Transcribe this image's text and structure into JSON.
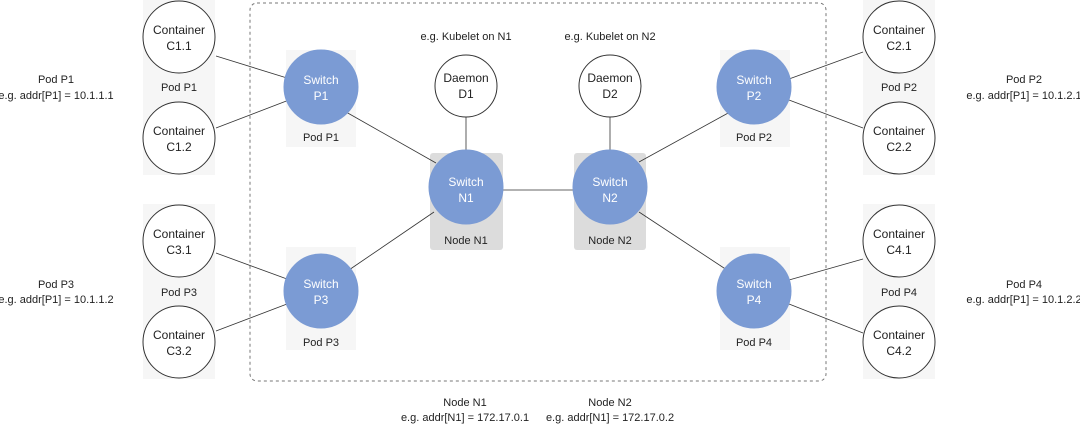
{
  "colors": {
    "switch_fill": "#7b9bd4",
    "pod_bg": "#f6f6f6",
    "node_bg": "#dcdcdc",
    "line": "#333333",
    "frame": "#777777"
  },
  "daemons": [
    {
      "id": "d1",
      "caption": "e.g.  Kubelet on N1",
      "line1": "Daemon",
      "line2": "D1"
    },
    {
      "id": "d2",
      "caption": "e.g.  Kubelet on N2",
      "line1": "Daemon",
      "line2": "D2"
    }
  ],
  "node_switches": [
    {
      "id": "n1",
      "line1": "Switch",
      "line2": "N1",
      "label": "Node N1"
    },
    {
      "id": "n2",
      "line1": "Switch",
      "line2": "N2",
      "label": "Node N2"
    }
  ],
  "pod_switches": [
    {
      "id": "p1",
      "line1": "Switch",
      "line2": "P1",
      "label": "Pod P1"
    },
    {
      "id": "p2",
      "line1": "Switch",
      "line2": "P2",
      "label": "Pod P2"
    },
    {
      "id": "p3",
      "line1": "Switch",
      "line2": "P3",
      "label": "Pod P3"
    },
    {
      "id": "p4",
      "line1": "Switch",
      "line2": "P4",
      "label": "Pod P4"
    }
  ],
  "container_groups": [
    {
      "id": "g1",
      "label": "Pod P1",
      "top": {
        "line1": "Container",
        "line2": "C1.1"
      },
      "bottom": {
        "line1": "Container",
        "line2": "C1.2"
      }
    },
    {
      "id": "g2",
      "label": "Pod P2",
      "top": {
        "line1": "Container",
        "line2": "C2.1"
      },
      "bottom": {
        "line1": "Container",
        "line2": "C2.2"
      }
    },
    {
      "id": "g3",
      "label": "Pod P3",
      "top": {
        "line1": "Container",
        "line2": "C3.1"
      },
      "bottom": {
        "line1": "Container",
        "line2": "C3.2"
      }
    },
    {
      "id": "g4",
      "label": "Pod P4",
      "top": {
        "line1": "Container",
        "line2": "C4.1"
      },
      "bottom": {
        "line1": "Container",
        "line2": "C4.2"
      }
    }
  ],
  "pod_addresses": [
    {
      "id": "a1",
      "line1": "Pod P1",
      "line2": "e.g. addr[P1] = 10.1.1.1"
    },
    {
      "id": "a2",
      "line1": "Pod P2",
      "line2": "e.g. addr[P1] = 10.1.2.1"
    },
    {
      "id": "a3",
      "line1": "Pod P3",
      "line2": "e.g. addr[P1] = 10.1.1.2"
    },
    {
      "id": "a4",
      "line1": "Pod P4",
      "line2": "e.g. addr[P1] = 10.1.2.2"
    }
  ],
  "node_addresses": [
    {
      "id": "na1",
      "line1": "Node N1",
      "line2": "e.g. addr[N1] = 172.17.0.1"
    },
    {
      "id": "na2",
      "line1": "Node N2",
      "line2": "e.g. addr[N1] = 172.17.0.2"
    }
  ]
}
